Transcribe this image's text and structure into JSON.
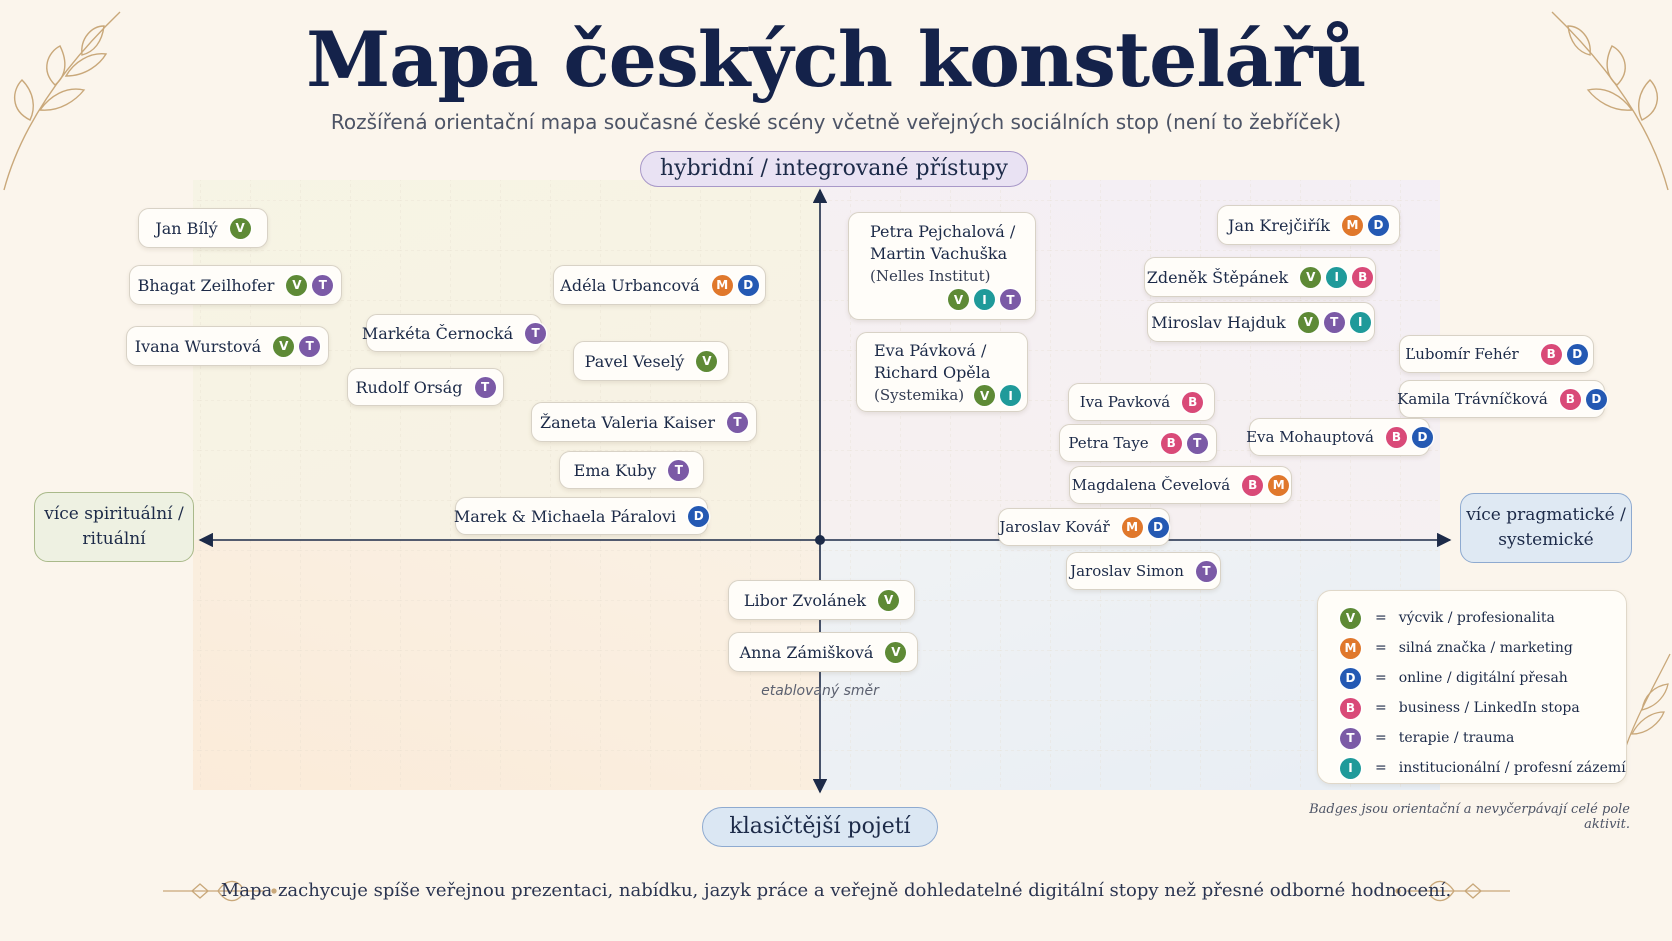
{
  "title": "Mapa českých konstelářů",
  "subtitle": "Rozšířená orientační mapa současné české scény včetně veřejných sociálních stop (není to žebříček)",
  "axes": {
    "top": "hybridní / integrované přístupy",
    "bottom": "klasičtější pojetí",
    "left_line1": "více spirituální /",
    "left_line2": "rituální",
    "right_line1": "více pragmatické /",
    "right_line2": "systemické"
  },
  "center_note": "etablovaný směr",
  "people": {
    "jan_bily": {
      "name": "Jan Bílý",
      "badges": [
        "V"
      ]
    },
    "bhagat": {
      "name": "Bhagat Zeilhofer",
      "badges": [
        "V",
        "T"
      ]
    },
    "ivana": {
      "name": "Ivana Wurstová",
      "badges": [
        "V",
        "T"
      ]
    },
    "marketa": {
      "name": "Markéta Černocká",
      "badges": [
        "T"
      ]
    },
    "rudolf": {
      "name": "Rudolf Orság",
      "badges": [
        "T"
      ]
    },
    "adela": {
      "name": "Adéla Urbancová",
      "badges": [
        "M",
        "D"
      ]
    },
    "pavel": {
      "name": "Pavel Veselý",
      "badges": [
        "V"
      ]
    },
    "zaneta": {
      "name": "Žaneta Valeria Kaiser",
      "badges": [
        "T"
      ]
    },
    "ema": {
      "name": "Ema Kuby",
      "badges": [
        "T"
      ]
    },
    "marek": {
      "name": "Marek & Michaela Páralovi",
      "badges": [
        "D"
      ]
    },
    "petra_p": {
      "line1": "Petra Pejchalová /",
      "line2": "Martin Vachuška",
      "line3": "(Nelles Institut)",
      "badges": [
        "V",
        "I",
        "T"
      ]
    },
    "eva_p": {
      "line1": "Eva Pávková /",
      "line2": "Richard Opěla",
      "line3": "(Systemika)",
      "badges": [
        "V",
        "I"
      ]
    },
    "libor": {
      "name": "Libor Zvolánek",
      "badges": [
        "V"
      ]
    },
    "anna": {
      "name": "Anna Zámišková",
      "badges": [
        "V"
      ]
    },
    "jan_k": {
      "name": "Jan Krejčiřík",
      "badges": [
        "M",
        "D"
      ]
    },
    "zdenek": {
      "name": "Zdeněk Štěpánek",
      "badges": [
        "V",
        "I",
        "B"
      ]
    },
    "miroslav": {
      "name": "Miroslav Hajduk",
      "badges": [
        "V",
        "T",
        "I"
      ]
    },
    "lubomir": {
      "name": "Ľubomír Fehér",
      "badges": [
        "B",
        "D"
      ]
    },
    "kamila": {
      "name": "Kamila Trávníčková",
      "badges": [
        "B",
        "D"
      ]
    },
    "iva": {
      "name": "Iva Pavková",
      "badges": [
        "B"
      ]
    },
    "petra_t": {
      "name": "Petra Taye",
      "badges": [
        "B",
        "T"
      ]
    },
    "eva_m": {
      "name": "Eva Mohauptová",
      "badges": [
        "B",
        "D"
      ]
    },
    "magdalena": {
      "name": "Magdalena Čevelová",
      "badges": [
        "B",
        "M"
      ]
    },
    "jaroslav_k": {
      "name": "Jaroslav Kovář",
      "badges": [
        "M",
        "D"
      ]
    },
    "jaroslav_s": {
      "name": "Jaroslav Simon",
      "badges": [
        "T"
      ]
    }
  },
  "legend": [
    {
      "badge": "V",
      "label": "výcvik / profesionalita"
    },
    {
      "badge": "M",
      "label": "silná značka / marketing"
    },
    {
      "badge": "D",
      "label": "online / digitální přesah"
    },
    {
      "badge": "B",
      "label": "business / LinkedIn stopa"
    },
    {
      "badge": "T",
      "label": "terapie / trauma"
    },
    {
      "badge": "I",
      "label": "institucionální / profesní zázemí"
    }
  ],
  "legend_eq": "=",
  "legend_note": "Badges jsou orientační a nevyčerpávají celé pole aktivit.",
  "footer": "Mapa zachycuje spíše veřejnou prezentaci, nabídku, jazyk práce a veřejně dohledatelné digitální stopy než přesné odborné hodnocení.",
  "colors": {
    "V": "#5e8a36",
    "M": "#e0782c",
    "D": "#2459b3",
    "B": "#d94a78",
    "T": "#7b5aa6",
    "I": "#1f9a9a"
  }
}
